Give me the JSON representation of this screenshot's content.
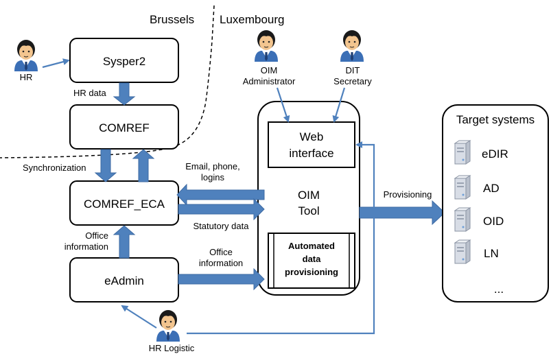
{
  "regions": {
    "left": "Brussels",
    "right": "Luxembourg"
  },
  "actors": {
    "hr": "HR",
    "oim_admin": [
      "OIM",
      "Administrator"
    ],
    "dit_secretary": [
      "DIT",
      "Secretary"
    ],
    "hr_logistic": "HR Logistic"
  },
  "systems": {
    "sysper2": "Sysper2",
    "comref": "COMREF",
    "comref_eca": "COMREF_ECA",
    "eadmin": "eAdmin"
  },
  "oim": {
    "web_interface": [
      "Web",
      "interface"
    ],
    "tool": [
      "OIM",
      "Tool"
    ],
    "automated": [
      "Automated",
      "data",
      "provisioning"
    ]
  },
  "flows": {
    "hr_data": "HR data",
    "synchronization": "Synchronization",
    "email_phone_logins": [
      "Email, phone,",
      "logins"
    ],
    "statutory_data": "Statutory data",
    "office_information_left": [
      "Office",
      "information"
    ],
    "office_information_right": [
      "Office",
      "information"
    ],
    "provisioning": "Provisioning"
  },
  "targets": {
    "title": "Target systems",
    "items": [
      "eDIR",
      "AD",
      "OID",
      "LN"
    ],
    "more": "..."
  },
  "colors": {
    "arrow": "#4f81bd",
    "arrow_stroke": "#3d6aa3",
    "person_shirt": "#3b6fb6",
    "server": "#d8dde6"
  }
}
